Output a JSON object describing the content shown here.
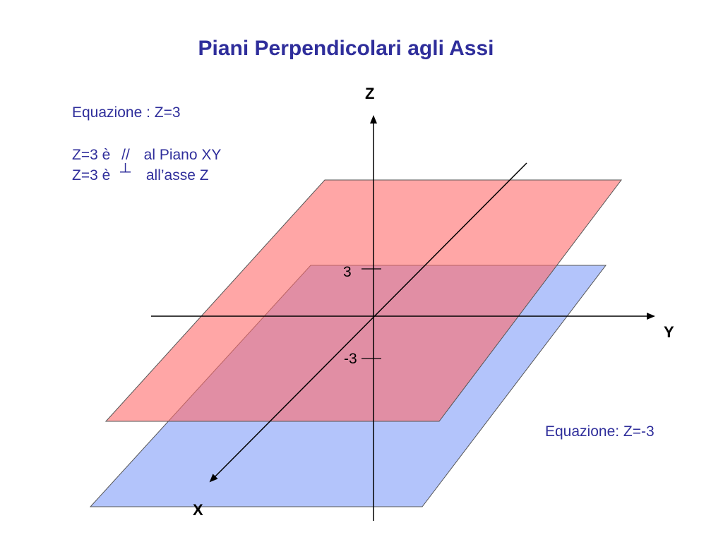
{
  "title": "Piani Perpendicolari agli Assi",
  "notes": {
    "equation_top": "Equazione : Z=3",
    "parallel_line_prefix": "Z=3 è",
    "parallel_symbol": "//",
    "parallel_line_suffix": "al Piano  XY",
    "perpendicular_line_prefix": "Z=3 è",
    "perpendicular_symbol": "┴",
    "perpendicular_line_suffix": "all’asse Z",
    "equation_bottom": "Equazione: Z=-3"
  },
  "axes": {
    "z_label": "Z",
    "y_label": "Y",
    "x_label": "X"
  },
  "ticks": {
    "upper": "3",
    "lower": "-3"
  },
  "colors": {
    "title": "#2f2e9b",
    "plane_top": "#ff6b6b",
    "plane_bottom": "#97aef7",
    "axis": "#000000"
  }
}
